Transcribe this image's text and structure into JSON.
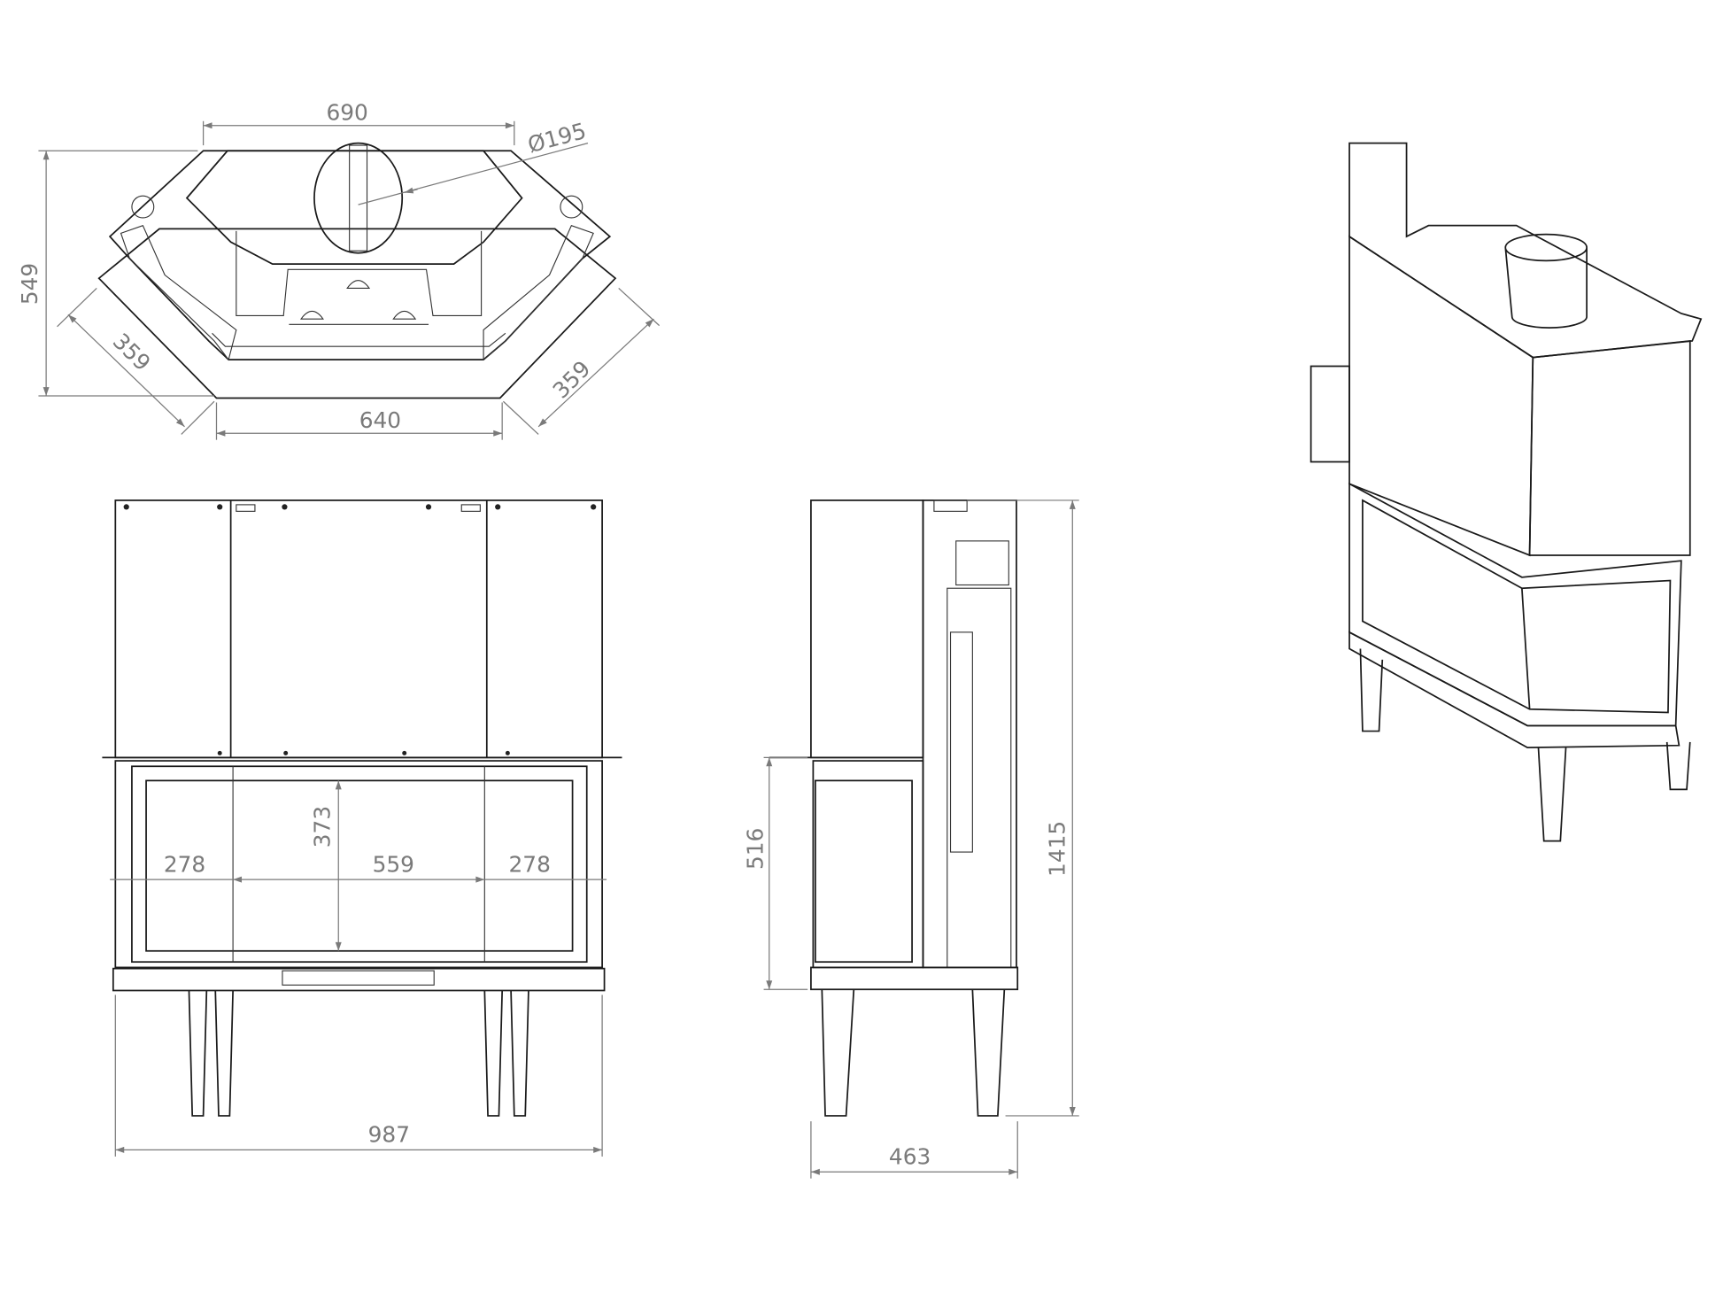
{
  "top_view": {
    "width_top": "690",
    "flue_diameter": "Ø195",
    "depth": "549",
    "side_left": "359",
    "side_right": "359",
    "width_bottom": "640"
  },
  "front_view": {
    "left_section": "278",
    "center_section": "559",
    "right_section": "278",
    "glass_height": "373",
    "overall_width": "987"
  },
  "side_view": {
    "glass_bottom_height": "516",
    "overall_height": "1415",
    "overall_depth": "463"
  },
  "colors": {
    "line": "#1a1a1a",
    "dimension": "#7a7a7a",
    "background": "#ffffff"
  }
}
